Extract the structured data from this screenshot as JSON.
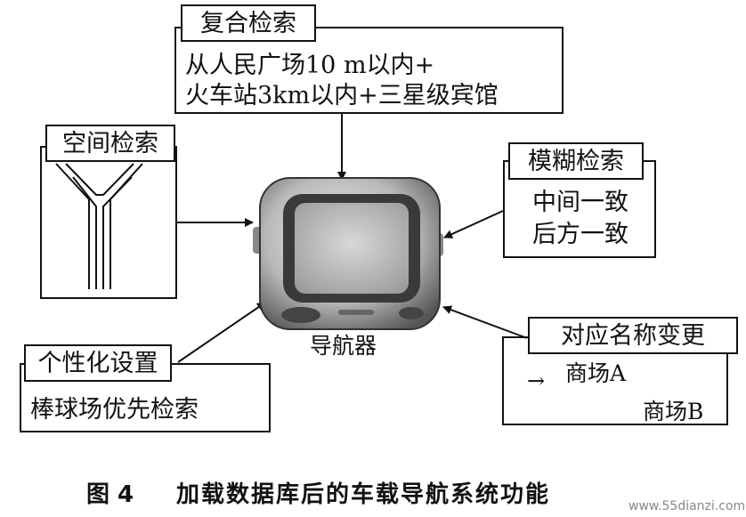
{
  "composite": {
    "title": "复合检索",
    "line1": "从人民广场10 m以内+",
    "line2": "火车站3km以内+三星级宾馆"
  },
  "spatial": {
    "title": "空间检索"
  },
  "fuzzy": {
    "title": "模糊检索",
    "line1": "中间一致",
    "line2": "后方一致"
  },
  "personal": {
    "title": "个性化设置",
    "line1": "棒球场优先检索"
  },
  "rename": {
    "title": "对应名称变更",
    "arrow": "→",
    "line1": "商场A",
    "line2": "商场B"
  },
  "device": {
    "label": "导航器"
  },
  "caption": {
    "figure": "图 4",
    "text": "加载数据库后的车载导航系统功能"
  },
  "watermark": {
    "text": "www.55dianzi.com"
  }
}
